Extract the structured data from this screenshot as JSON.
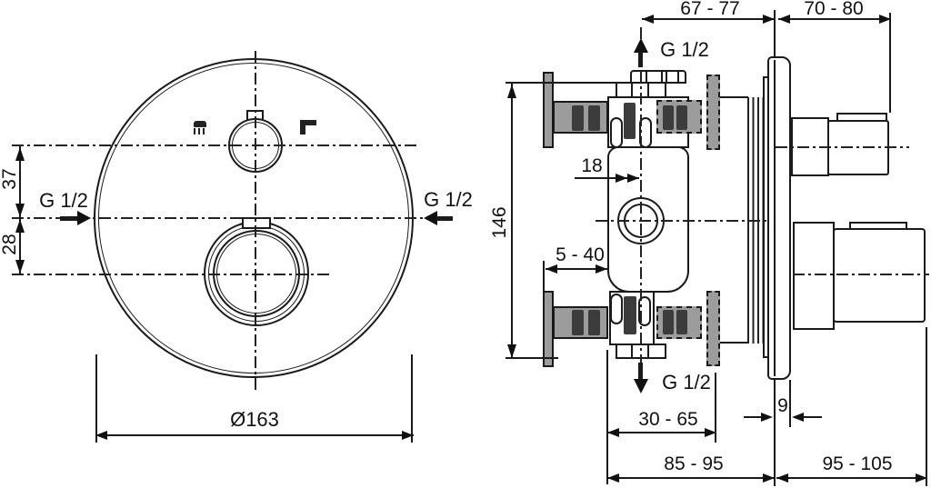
{
  "front_view": {
    "dim_top_offset": "37",
    "dim_bottom_offset": "28",
    "inlet_left": "G 1/2",
    "inlet_right": "G 1/2",
    "plate_diameter": "Ø163"
  },
  "side_view": {
    "dim_body_depth": "67 - 77",
    "dim_handle_projection": "70 - 80",
    "outlet_top": "G 1/2",
    "dim_center_offset": "18",
    "dim_overall_height": "146",
    "dim_adjustment": "5 - 40",
    "outlet_bottom": "G 1/2",
    "dim_plate_thickness": "9",
    "dim_embed_depth": "30 - 65",
    "dim_depth_front": "85 - 95",
    "dim_depth_handles": "95 - 105"
  },
  "colors": {
    "line": "#1a1a1a",
    "bracket_gray": "#9c9c9c",
    "slot_dark": "#3c3c3c",
    "background": "#ffffff"
  }
}
